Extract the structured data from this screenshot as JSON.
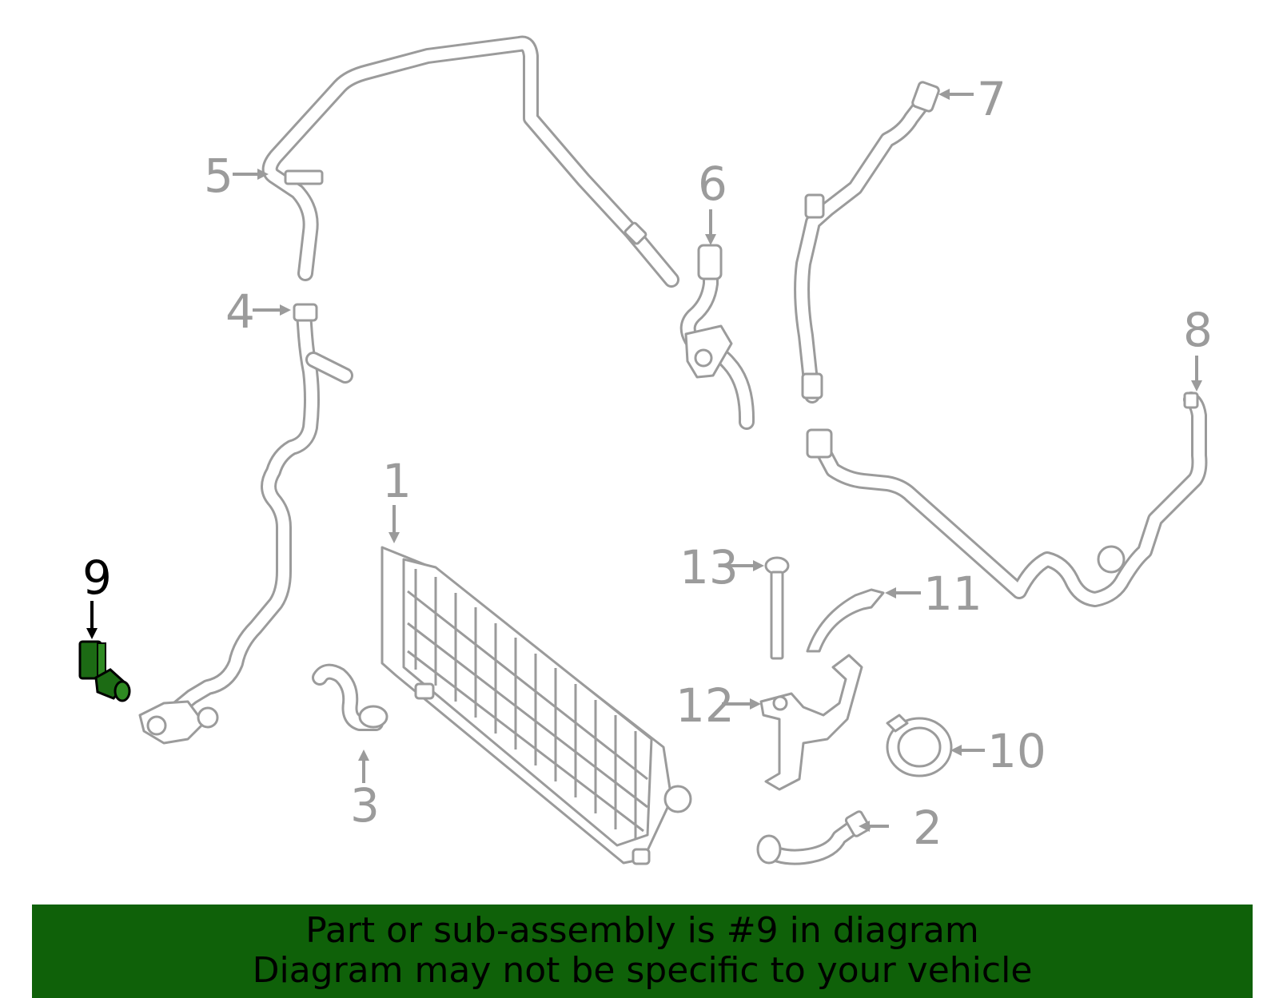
{
  "callouts": [
    {
      "id": "1",
      "label": "1"
    },
    {
      "id": "2",
      "label": "2"
    },
    {
      "id": "3",
      "label": "3"
    },
    {
      "id": "4",
      "label": "4"
    },
    {
      "id": "5",
      "label": "5"
    },
    {
      "id": "6",
      "label": "6"
    },
    {
      "id": "7",
      "label": "7"
    },
    {
      "id": "8",
      "label": "8"
    },
    {
      "id": "9",
      "label": "9"
    },
    {
      "id": "10",
      "label": "10"
    },
    {
      "id": "11",
      "label": "11"
    },
    {
      "id": "12",
      "label": "12"
    },
    {
      "id": "13",
      "label": "13"
    }
  ],
  "highlighted_part": "9",
  "colors": {
    "line": "#9b9b9b",
    "highlight_part": "#1c6b14",
    "banner": "#0f6109"
  },
  "banner": {
    "line1": "Part or sub-assembly is #9 in diagram",
    "line2": "Diagram may not be specific to your vehicle"
  }
}
